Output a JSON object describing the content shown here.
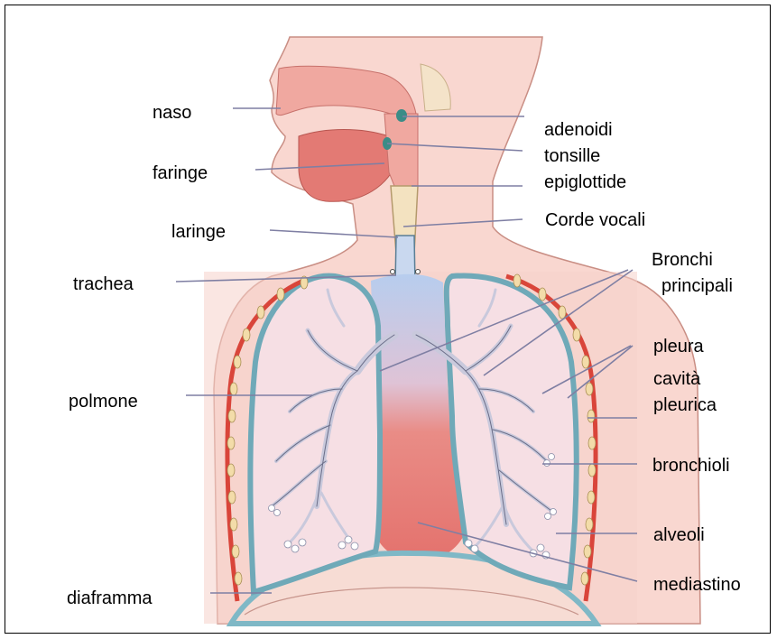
{
  "labels": {
    "naso": "naso",
    "faringe": "faringe",
    "laringe": "laringe",
    "trachea": "trachea",
    "polmone": "polmone",
    "diaframma": "diaframma",
    "adenoidi": "adenoidi",
    "tonsille": "tonsille",
    "epiglottide": "epiglottide",
    "corde_vocali": "Corde vocali",
    "bronchi_line1": "Bronchi",
    "bronchi_line2": "principali",
    "pleura": "pleura",
    "cavita_line1": "cavità",
    "cavita_line2": "pleurica",
    "bronchioli": "bronchioli",
    "alveoli": "alveoli",
    "mediastino": "mediastino"
  },
  "colors": {
    "skin": "#f9d7d0",
    "lung_fill": "#f6dfe4",
    "lung_border": "#7fb8c6",
    "mediastinum": "#e57a76",
    "mediastinum_blue": "#b7cdee",
    "airway": "#c9d8ef",
    "pleura_red": "#d9453a",
    "leader_line": "#7f7fa3"
  }
}
